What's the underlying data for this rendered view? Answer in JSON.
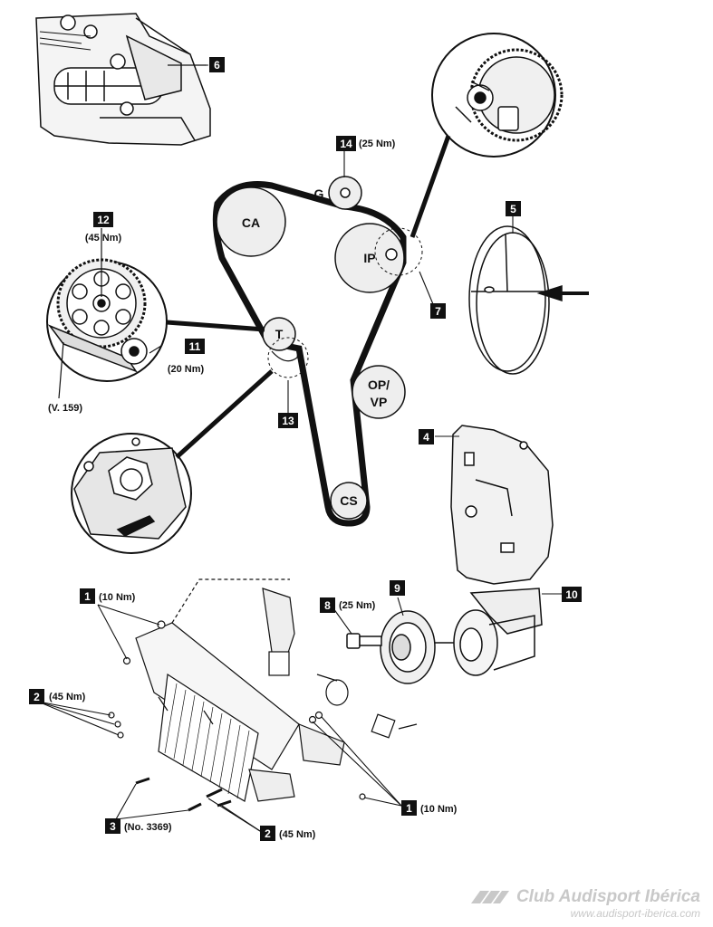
{
  "pulleys": {
    "ca": "CA",
    "g": "G",
    "ip": "IP",
    "t": "T",
    "op_line1": "OP/",
    "op_line2": "VP",
    "cs": "CS"
  },
  "callouts": {
    "c1_top": {
      "num": "1",
      "torque": "(10 Nm)"
    },
    "c1_bottom": {
      "num": "1",
      "torque": "(10 Nm)"
    },
    "c2_left": {
      "num": "2",
      "torque": "(45 Nm)"
    },
    "c2_bottom": {
      "num": "2",
      "torque": "(45 Nm)"
    },
    "c3": {
      "num": "3",
      "torque": "(No. 3369)"
    },
    "c4": {
      "num": "4"
    },
    "c5": {
      "num": "5"
    },
    "c6": {
      "num": "6"
    },
    "c7": {
      "num": "7"
    },
    "c8": {
      "num": "8",
      "torque": "(25 Nm)"
    },
    "c9": {
      "num": "9"
    },
    "c10": {
      "num": "10"
    },
    "c11": {
      "num": "11",
      "torque": "(20 Nm)"
    },
    "c12": {
      "num": "12",
      "torque": "(45 Nm)"
    },
    "c13": {
      "num": "13"
    },
    "c14": {
      "num": "14",
      "torque": "(25 Nm)"
    }
  },
  "tool_ref": "(V. 159)",
  "watermark": {
    "brand": "Club Audisport Ibérica",
    "url": "www.audisport-iberica.com"
  },
  "colors": {
    "ink": "#111111",
    "pulley_fill": "#eeeeee",
    "callout_box": "#111111",
    "watermark": "#c8c8c8"
  }
}
